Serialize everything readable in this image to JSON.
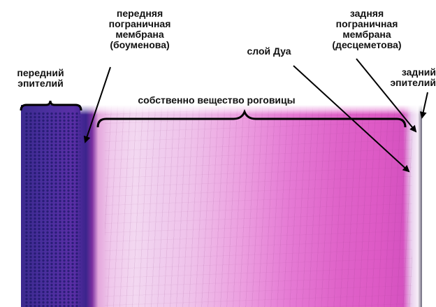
{
  "labels": {
    "anterior_epithelium": [
      "передний",
      "эпителий"
    ],
    "bowman_membrane": [
      "передняя",
      "пограничная",
      "мембрана",
      "(боуменова)"
    ],
    "stroma": "собственно вещество роговицы",
    "dua_layer": "слой Дуа",
    "descemet_membrane": [
      "задняя",
      "пограничная",
      "мембрана",
      "(десцеметова)"
    ],
    "posterior_epithelium": [
      "задний",
      "эпителий"
    ]
  },
  "colors": {
    "text": "#111111",
    "lines": "#000000",
    "epithelium_stain": "#3c2a8e",
    "stroma_light": "#f3d8f1",
    "stroma_dark": "#dd59c5"
  }
}
